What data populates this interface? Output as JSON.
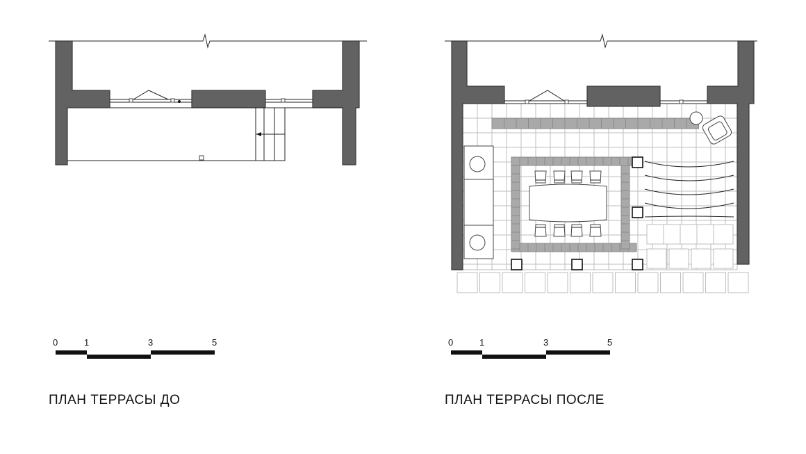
{
  "before": {
    "caption": "ПЛАН ТЕРРАСЫ ДО",
    "scale_ticks": [
      "0",
      "1",
      "3",
      "5"
    ]
  },
  "after": {
    "caption": "ПЛАН ТЕРРАСЫ ПОСЛЕ",
    "scale_ticks": [
      "0",
      "1",
      "3",
      "5"
    ]
  }
}
